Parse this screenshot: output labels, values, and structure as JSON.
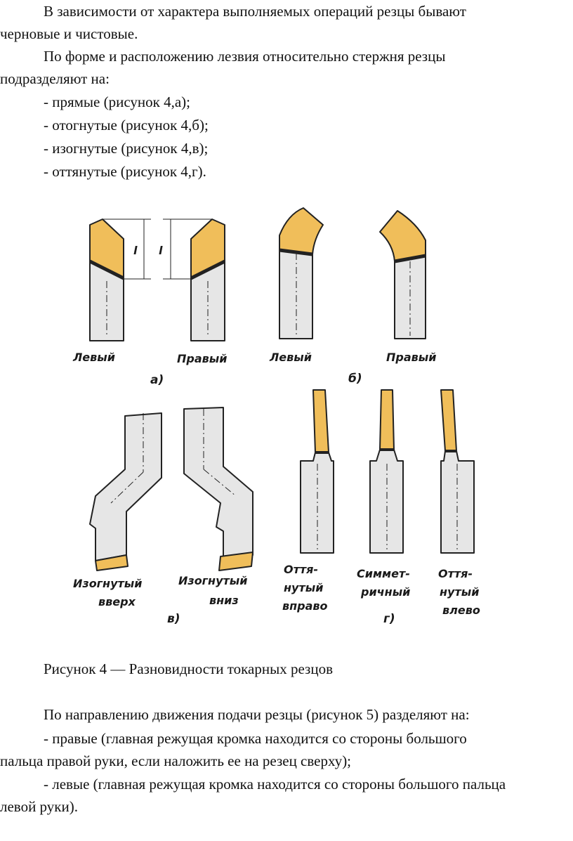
{
  "text": {
    "p1_l1": "В зависимости от характера выполняемых операций резцы бывают",
    "p1_l2": "черновые и чистовые.",
    "p2_l1": "По форме и расположению лезвия относительно стержня резцы",
    "p2_l2": "подразделяют на:",
    "li1": "- прямые (рисунок 4,а);",
    "li2": "- отогнутые (рисунок 4,б);",
    "li3": "- изогнутые (рисунок 4,в);",
    "li4": "- оттянутые (рисунок 4,г).",
    "caption": "Рисунок 4 — Разновидности токарных резцов",
    "p3_l1": "По направлению движения подачи резцы (рисунок 5) разделяют на:",
    "li5_l1": "-  правые (главная режущая кромка находится со стороны большого",
    "li5_l2": "пальца правой руки, если наложить ее на резец сверху);",
    "li6_l1": "- левые (главная режущая кромка находится со стороны большого пальца",
    "li6_l2": "левой руки)."
  },
  "figure": {
    "label_left_a": "Левый",
    "label_right_a": "Правый",
    "label_left_b": "Левый",
    "label_right_b": "Правый",
    "sub_a": "а)",
    "sub_b": "б)",
    "dim_l": "l",
    "bent_up_1": "Изогнутый",
    "bent_up_2": "вверх",
    "bent_down_1": "Изогнутый",
    "bent_down_2": "вниз",
    "sub_v": "в)",
    "drawn_right_1": "Оття-",
    "drawn_right_2": "нутый",
    "drawn_right_3": "вправо",
    "sym_1": "Симмет-",
    "sym_2": "ричный",
    "sub_g": "г)",
    "drawn_left_1": "Оття-",
    "drawn_left_2": "нутый",
    "drawn_left_3": "влево"
  },
  "colors": {
    "tip": "#f0be5a",
    "shank": "#e6e6e6",
    "outline": "#222222"
  }
}
